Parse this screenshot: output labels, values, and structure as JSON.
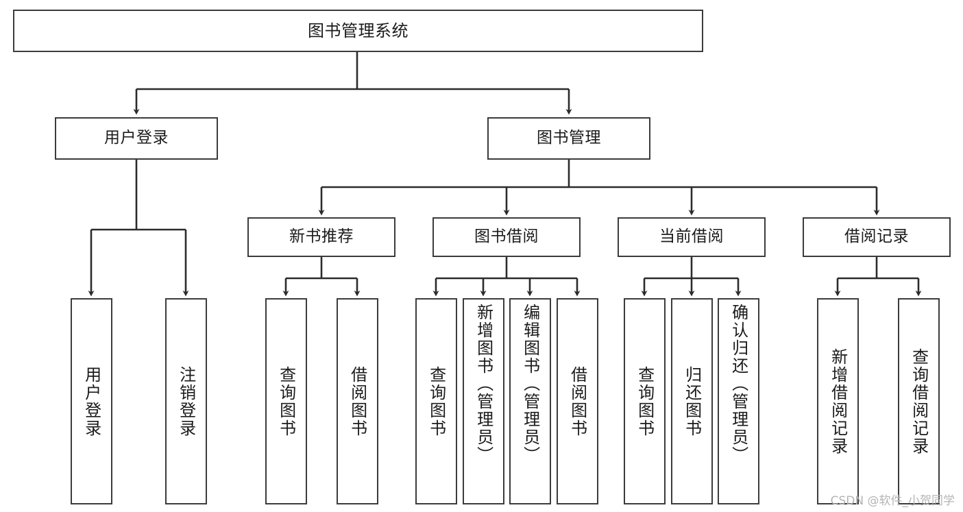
{
  "diagram": {
    "type": "tree",
    "title": "图书管理系统",
    "orientation": "top-down",
    "colors": {
      "box_border": "#3b3b3b",
      "box_fill": "#ffffff",
      "edge": "#2b2b2b",
      "text": "#1b1b1b",
      "background": "#ffffff",
      "watermark": "#b4b4b4"
    },
    "levels": {
      "root": "图书管理系统",
      "level2": [
        "用户登录",
        "图书管理"
      ],
      "level3": [
        "新书推荐",
        "图书借阅",
        "当前借阅",
        "借阅记录"
      ]
    }
  },
  "nodes": {
    "root": {
      "label": "图书管理系统"
    },
    "user_login": {
      "label": "用户登录"
    },
    "book_manage": {
      "label": "图书管理"
    },
    "new_book_rec": {
      "label": "新书推荐"
    },
    "book_borrow": {
      "label": "图书借阅"
    },
    "current_borrow": {
      "label": "当前借阅"
    },
    "borrow_record": {
      "label": "借阅记录"
    },
    "leaf_user_login": {
      "label": "用户登录"
    },
    "leaf_logout": {
      "label": "注销登录"
    },
    "leaf_query_book_a": {
      "label": "查询图书"
    },
    "leaf_borrow_book_a": {
      "label": "借阅图书"
    },
    "leaf_query_book_b": {
      "label": "查询图书"
    },
    "leaf_add_book": {
      "label": "新增图书（管理员）"
    },
    "leaf_edit_book": {
      "label": "编辑图书（管理员）"
    },
    "leaf_borrow_book_b": {
      "label": "借阅图书"
    },
    "leaf_query_book_c": {
      "label": "查询图书"
    },
    "leaf_return_book": {
      "label": "归还图书"
    },
    "leaf_confirm_return": {
      "label": "确认归还（管理员）"
    },
    "leaf_add_record": {
      "label": "新增借阅记录"
    },
    "leaf_query_record": {
      "label": "查询借阅记录"
    }
  },
  "edges": [
    {
      "from": "root",
      "to": "user_login"
    },
    {
      "from": "root",
      "to": "book_manage"
    },
    {
      "from": "user_login",
      "to": "leaf_user_login"
    },
    {
      "from": "user_login",
      "to": "leaf_logout"
    },
    {
      "from": "book_manage",
      "to": "new_book_rec"
    },
    {
      "from": "book_manage",
      "to": "book_borrow"
    },
    {
      "from": "book_manage",
      "to": "current_borrow"
    },
    {
      "from": "book_manage",
      "to": "borrow_record"
    },
    {
      "from": "new_book_rec",
      "to": "leaf_query_book_a"
    },
    {
      "from": "new_book_rec",
      "to": "leaf_borrow_book_a"
    },
    {
      "from": "book_borrow",
      "to": "leaf_query_book_b"
    },
    {
      "from": "book_borrow",
      "to": "leaf_add_book"
    },
    {
      "from": "book_borrow",
      "to": "leaf_edit_book"
    },
    {
      "from": "book_borrow",
      "to": "leaf_borrow_book_b"
    },
    {
      "from": "current_borrow",
      "to": "leaf_query_book_c"
    },
    {
      "from": "current_borrow",
      "to": "leaf_return_book"
    },
    {
      "from": "current_borrow",
      "to": "leaf_confirm_return"
    },
    {
      "from": "borrow_record",
      "to": "leaf_add_record"
    },
    {
      "from": "borrow_record",
      "to": "leaf_query_record"
    }
  ],
  "watermark": {
    "text": "CSDN @软件_小贺同学"
  }
}
